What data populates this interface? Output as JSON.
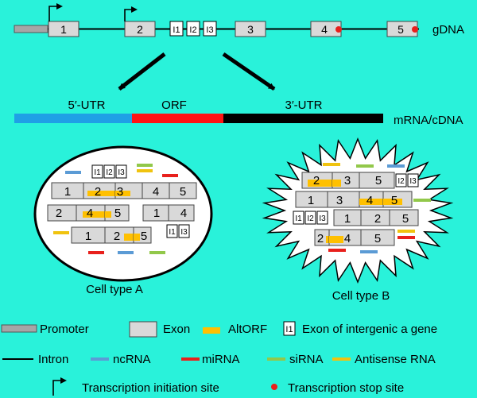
{
  "colors": {
    "background": "#29f2da",
    "exon_fill": "#d9d9d9",
    "promoter_fill": "#a6a6a6",
    "utr5": "#1fa0e6",
    "orf": "#ff1414",
    "utr3": "#000000",
    "altorf": "#ffc000",
    "ncrna": "#5b9bd5",
    "mirna": "#e8201c",
    "sirna": "#92c84a",
    "antisense": "#f0c30f",
    "stop_dot": "#e8201c"
  },
  "gdna": {
    "label": "gDNA",
    "exons": [
      "1",
      "2",
      "3",
      "4",
      "5"
    ],
    "intergenic_exons": [
      "I1",
      "I2",
      "I3"
    ]
  },
  "mrna": {
    "label": "mRNA/cDNA",
    "utr5": "5′-UTR",
    "orf": "ORF",
    "utr3": "3′-UTR"
  },
  "cell_a": {
    "label": "Cell type A",
    "intergenic_top": [
      "I1",
      "I2",
      "I3"
    ],
    "row1": [
      "1",
      "2",
      "3",
      "4",
      "5"
    ],
    "row2a": [
      "2",
      "4",
      "5"
    ],
    "row2b": [
      "1",
      "4"
    ],
    "row3": [
      "1",
      "2",
      "5"
    ],
    "row3_intergenic": [
      "I1",
      "I3"
    ]
  },
  "cell_b": {
    "label": "Cell type B",
    "row1": [
      "2",
      "3",
      "5"
    ],
    "row1_intergenic": [
      "I2",
      "I3"
    ],
    "row2": [
      "1",
      "3",
      "4",
      "5"
    ],
    "row3_intergenic": [
      "I1",
      "I2",
      "I3"
    ],
    "row3": [
      "1",
      "2",
      "5"
    ],
    "row4": [
      "2",
      "4",
      "5"
    ]
  },
  "legend": {
    "promoter": "Promoter",
    "exon": "Exon",
    "altorf": "AltORF",
    "intergenic_icon": "I1",
    "intergenic": "Exon of intergenic a gene",
    "intron": "Intron",
    "ncrna": "ncRNA",
    "mirna": "miRNA",
    "sirna": "siRNA",
    "antisense": "Antisense RNA",
    "tss": "Transcription initiation site",
    "tts": "Transcription stop site"
  }
}
